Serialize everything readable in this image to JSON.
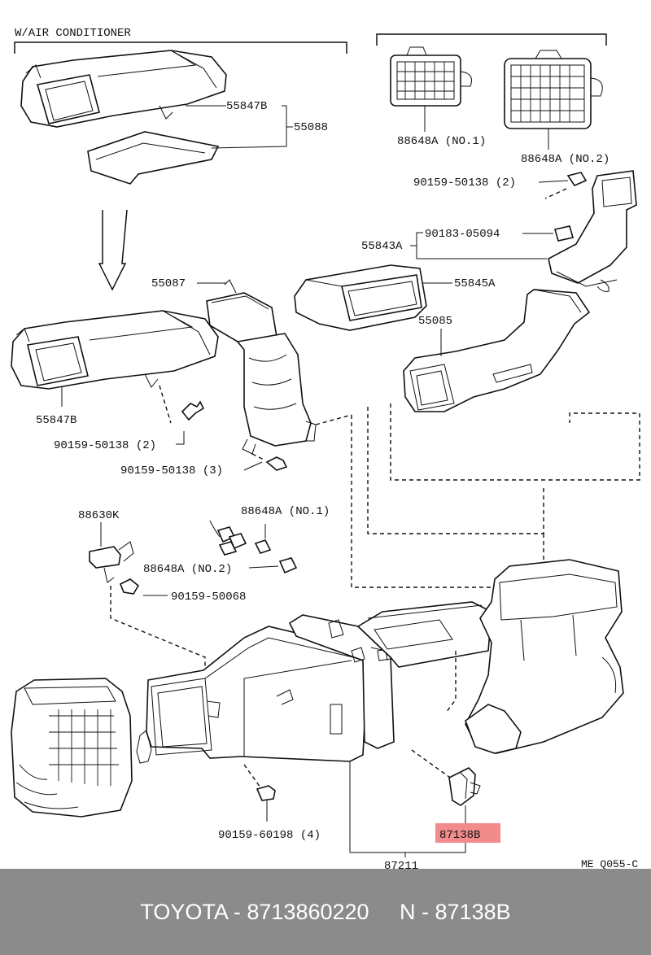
{
  "diagram": {
    "header_label": "W/AIR CONDITIONER",
    "labels": {
      "p55847b_top": "55847B",
      "p55088": "55088",
      "p88648a_no1_top": "88648A (NO.1)",
      "p88648a_no2_top": "88648A (NO.2)",
      "p90159_50138_2_top": "90159-50138 (2)",
      "p90183_05094": "90183-05094",
      "p55843a": "55843A",
      "p55087": "55087",
      "p55845a": "55845A",
      "p55085": "55085",
      "p55847b_mid": "55847B",
      "p90159_50138_2_mid": "90159-50138 (2)",
      "p90159_50138_3": "90159-50138 (3)",
      "p88630k": "88630K",
      "p88648a_no1_mid": "88648A (NO.1)",
      "p88648a_no2_mid": "88648A (NO.2)",
      "p90159_50068": "90159-50068",
      "p90159_60198": "90159-60198 (4)",
      "p87138b": "87138B",
      "p87211": "87211",
      "ref_code": "ME Q055-C"
    },
    "highlight_color": "#f28b8b"
  },
  "caption": {
    "text": "TOYOTA - 8713860220     N - 87138B",
    "background": "#8b8b8b",
    "color": "#ffffff"
  }
}
